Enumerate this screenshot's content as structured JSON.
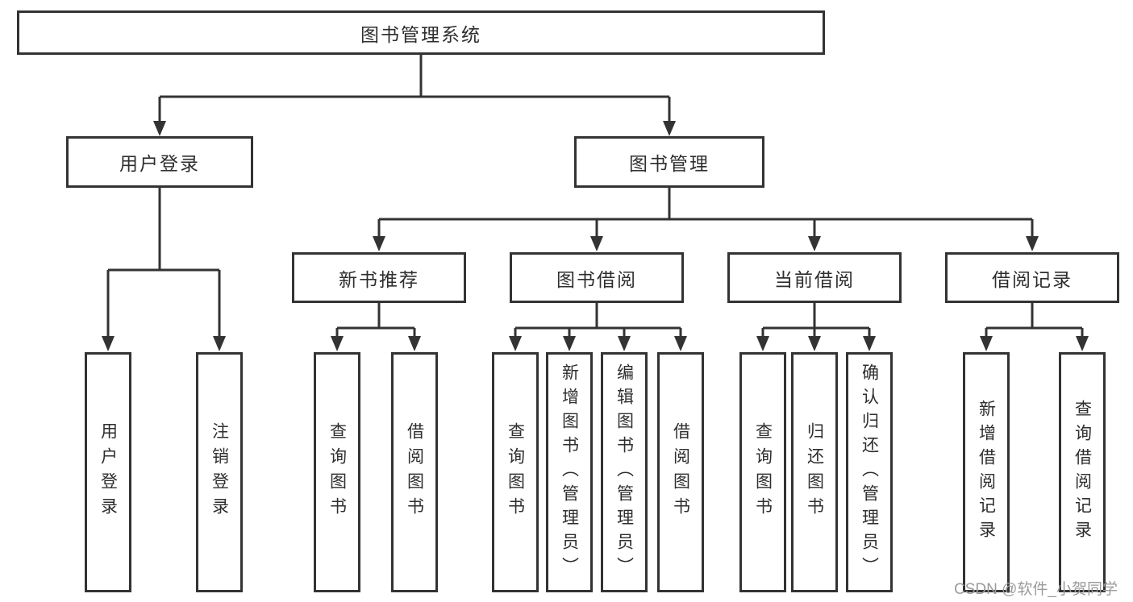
{
  "tree": {
    "root": "图书管理系统",
    "children": [
      {
        "label": "用户登录",
        "children": [
          "用户登录",
          "注销登录"
        ]
      },
      {
        "label": "图书管理",
        "children": [
          {
            "label": "新书推荐",
            "children": [
              "查询图书",
              "借阅图书"
            ]
          },
          {
            "label": "图书借阅",
            "children": [
              "查询图书",
              "新增图书（管理员）",
              "编辑图书（管理员）",
              "借阅图书"
            ]
          },
          {
            "label": "当前借阅",
            "children": [
              "查询图书",
              "归还图书",
              "确认归还（管理员）"
            ]
          },
          {
            "label": "借阅记录",
            "children": [
              "新增借阅记录",
              "查询借阅记录"
            ]
          }
        ]
      }
    ]
  },
  "watermark": "CSDN @软件_小贺同学",
  "colors": {
    "line": "#333333",
    "box_border": "#333333",
    "box_fill": "#ffffff",
    "text": "#2e2e2e",
    "watermark": "#9b9b9b",
    "background": "#ffffff"
  }
}
